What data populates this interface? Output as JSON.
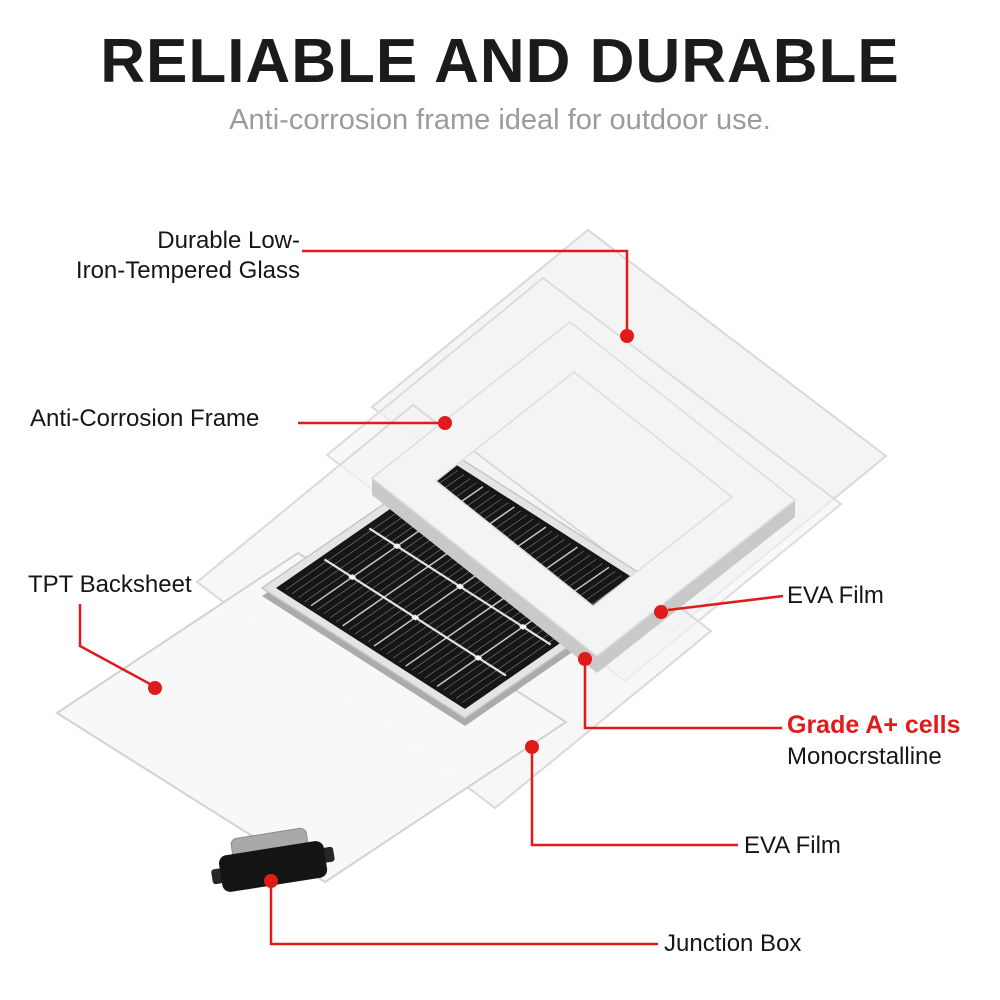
{
  "page": {
    "title": "RELIABLE AND DURABLE",
    "subtitle": "Anti-corrosion frame ideal for outdoor use."
  },
  "colors": {
    "accent_red": "#e01b1b",
    "title_black": "#1b1b1b",
    "subtitle_gray": "#9b9b9b"
  },
  "callouts": {
    "glass_line1": "Durable Low-",
    "glass_line2": "Iron-Tempered Glass",
    "frame": "Anti-Corrosion Frame",
    "backsheet": "TPT Backsheet",
    "eva_top": "EVA Film",
    "cells_title": "Grade A+ cells",
    "cells_subtitle": "Monocrstalline",
    "eva_bottom": "EVA Film",
    "junction_box": "Junction Box"
  }
}
